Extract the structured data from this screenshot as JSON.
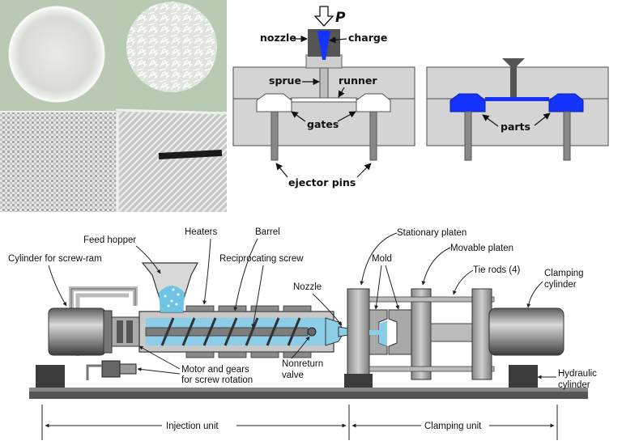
{
  "photos": {
    "panels": [
      "mat",
      "chopped-strands",
      "plain-weave",
      "twill-weave"
    ]
  },
  "mold_diagram": {
    "pressure": "P",
    "labels": {
      "nozzle": "nozzle",
      "charge": "charge",
      "sprue": "sprue",
      "runner": "runner",
      "gates": "gates",
      "ejector_pins": "ejector pins",
      "parts": "parts"
    },
    "colors": {
      "charge": "#1433ff",
      "mold": "#d4d4d4",
      "nozzle": "#555555"
    }
  },
  "machine": {
    "labels": {
      "feed_hopper": "Feed hopper",
      "heaters": "Heaters",
      "barrel": "Barrel",
      "cylinder": "Cylinder for screw-ram",
      "reciprocating_screw": "Reciprocating screw",
      "nozzle": "Nozzle",
      "stationary_platen": "Stationary platen",
      "movable_platen": "Movable platen",
      "mold": "Mold",
      "tie_rods": "Tie rods (4)",
      "clamping_cylinder_1": "Clamping",
      "clamping_cylinder_2": "cylinder",
      "motor_1": "Motor and gears",
      "motor_2": "for screw rotation",
      "nonreturn_1": "Nonreturn",
      "nonreturn_2": "valve",
      "hydraulic_1": "Hydraulic",
      "hydraulic_2": "cylinder",
      "injection_unit": "Injection unit",
      "clamping_unit": "Clamping unit"
    },
    "colors": {
      "melt": "#8ccde8",
      "metal": "#9a9a9a"
    }
  }
}
